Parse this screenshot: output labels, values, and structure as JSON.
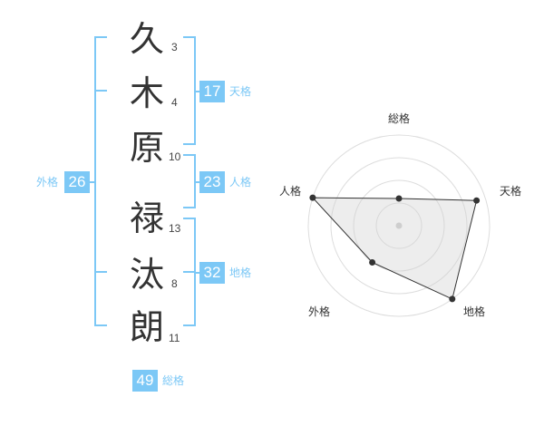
{
  "name": {
    "chars": [
      {
        "kanji": "久",
        "strokes": "3"
      },
      {
        "kanji": "木",
        "strokes": "4"
      },
      {
        "kanji": "原",
        "strokes": "10"
      },
      {
        "kanji": "禄",
        "strokes": "13"
      },
      {
        "kanji": "汰",
        "strokes": "8"
      },
      {
        "kanji": "朗",
        "strokes": "11"
      }
    ]
  },
  "scores": {
    "tenkaku": {
      "value": "17",
      "label": "天格"
    },
    "jinkaku": {
      "value": "23",
      "label": "人格"
    },
    "chikaku": {
      "value": "32",
      "label": "地格"
    },
    "gaikaku": {
      "value": "26",
      "label": "外格"
    },
    "soukaku": {
      "value": "49",
      "label": "総格"
    }
  },
  "colors": {
    "accent": "#7cc8f6",
    "text": "#333333"
  },
  "chart_data": {
    "type": "radar",
    "axes": [
      "総格",
      "天格",
      "地格",
      "外格",
      "人格"
    ],
    "values": [
      0.3,
      0.9,
      1.0,
      0.5,
      1.0
    ],
    "rings": 4
  }
}
